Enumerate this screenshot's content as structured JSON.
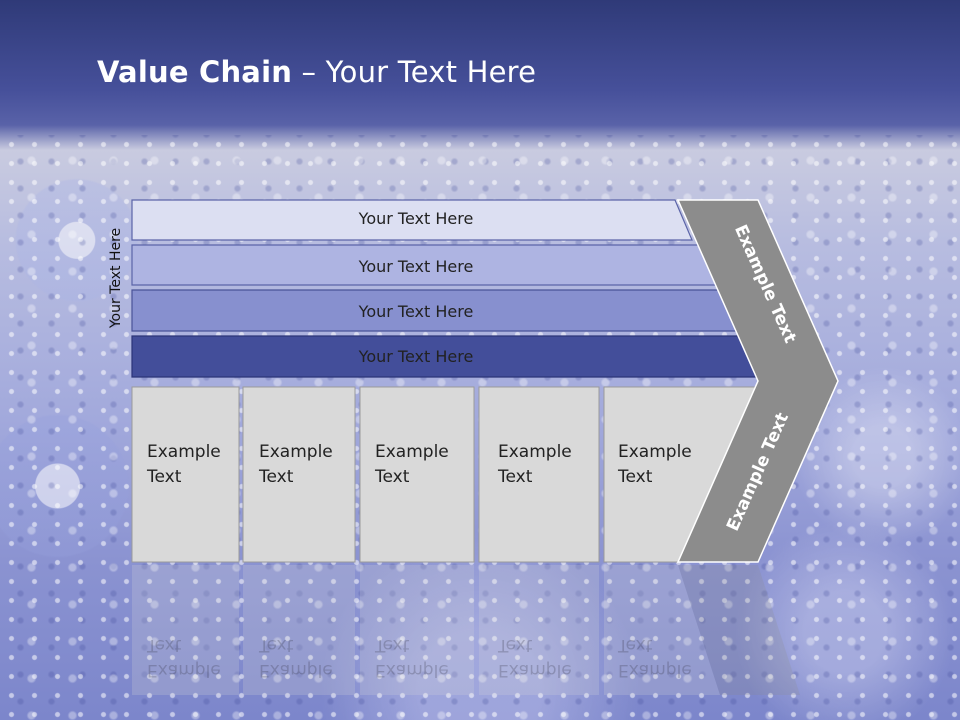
{
  "title": {
    "bold": "Value Chain",
    "rest": " – Your Text Here"
  },
  "side_label": "Your Text Here",
  "bars": [
    {
      "label": "Your Text Here",
      "color": "#dcdff2"
    },
    {
      "label": "Your Text Here",
      "color": "#aeb4e2"
    },
    {
      "label": "Your Text Here",
      "color": "#8790cf"
    },
    {
      "label": "Your Text Here",
      "color": "#434e9a"
    }
  ],
  "boxes": [
    {
      "line1": "Example",
      "line2": "Text"
    },
    {
      "line1": "Example",
      "line2": "Text"
    },
    {
      "line1": "Example",
      "line2": "Text"
    },
    {
      "line1": "Example",
      "line2": "Text"
    },
    {
      "line1": "Example",
      "line2": "Text"
    }
  ],
  "chevron": {
    "upper_text": "Example Text",
    "lower_text": "Example Text",
    "color": "#8c8c8c"
  },
  "colors": {
    "header_band": "#3c478c",
    "box_fill": "#d9d9d9",
    "text_dark": "#222222",
    "text_light": "#ffffff"
  }
}
